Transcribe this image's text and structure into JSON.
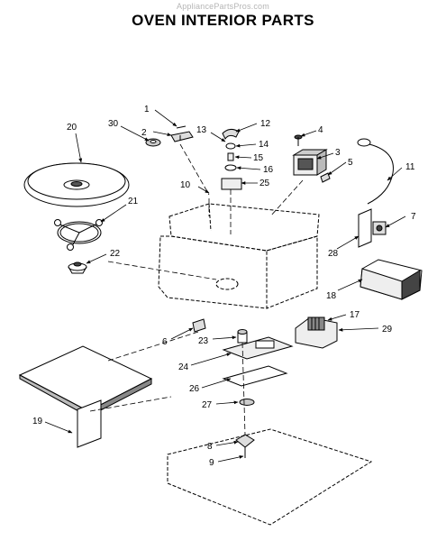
{
  "watermark": "AppliancePartsPros.com",
  "title": "OVEN INTERIOR PARTS",
  "callouts": [
    {
      "id": "1",
      "label": "1"
    },
    {
      "id": "2",
      "label": "2"
    },
    {
      "id": "3",
      "label": "3"
    },
    {
      "id": "4",
      "label": "4"
    },
    {
      "id": "5",
      "label": "5"
    },
    {
      "id": "6",
      "label": "6"
    },
    {
      "id": "7",
      "label": "7"
    },
    {
      "id": "8",
      "label": "8"
    },
    {
      "id": "9",
      "label": "9"
    },
    {
      "id": "10",
      "label": "10"
    },
    {
      "id": "11",
      "label": "11"
    },
    {
      "id": "12",
      "label": "12"
    },
    {
      "id": "13",
      "label": "13"
    },
    {
      "id": "14",
      "label": "14"
    },
    {
      "id": "15",
      "label": "15"
    },
    {
      "id": "16",
      "label": "16"
    },
    {
      "id": "17",
      "label": "17"
    },
    {
      "id": "18",
      "label": "18"
    },
    {
      "id": "19",
      "label": "19"
    },
    {
      "id": "20",
      "label": "20"
    },
    {
      "id": "21",
      "label": "21"
    },
    {
      "id": "22",
      "label": "22"
    },
    {
      "id": "23",
      "label": "23"
    },
    {
      "id": "24",
      "label": "24"
    },
    {
      "id": "25",
      "label": "25"
    },
    {
      "id": "26",
      "label": "26"
    },
    {
      "id": "27",
      "label": "27"
    },
    {
      "id": "28",
      "label": "28"
    },
    {
      "id": "29",
      "label": "29"
    },
    {
      "id": "30",
      "label": "30"
    }
  ]
}
